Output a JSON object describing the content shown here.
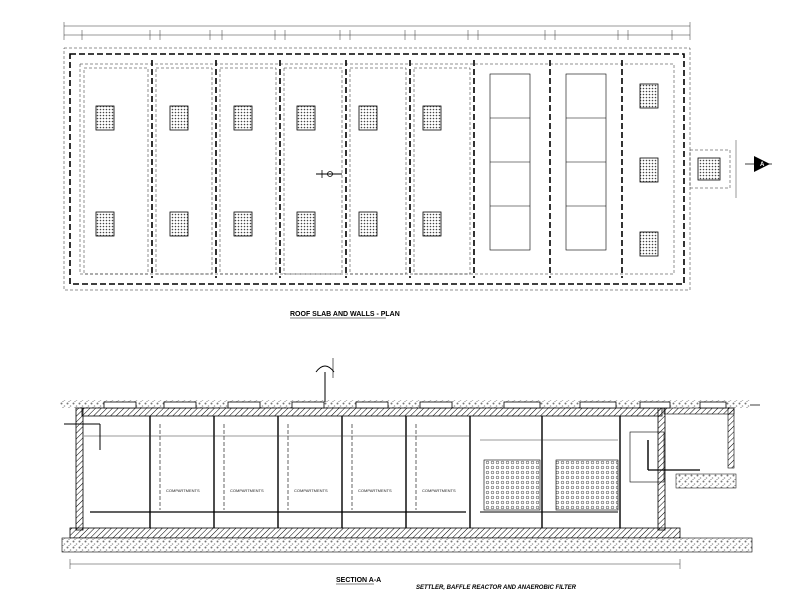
{
  "plan": {
    "title": "ROOF SLAB AND WALLS - PLAN",
    "marker_label": "A"
  },
  "section": {
    "title": "SECTION A-A",
    "subtitle": "SETTLER, BAFFLE REACTOR AND ANAEROBIC FILTER",
    "compartment_label": "COMPARTMENTS"
  },
  "colors": {
    "line": "#000000",
    "gravel": "#9a9a9a",
    "background": "#ffffff"
  }
}
